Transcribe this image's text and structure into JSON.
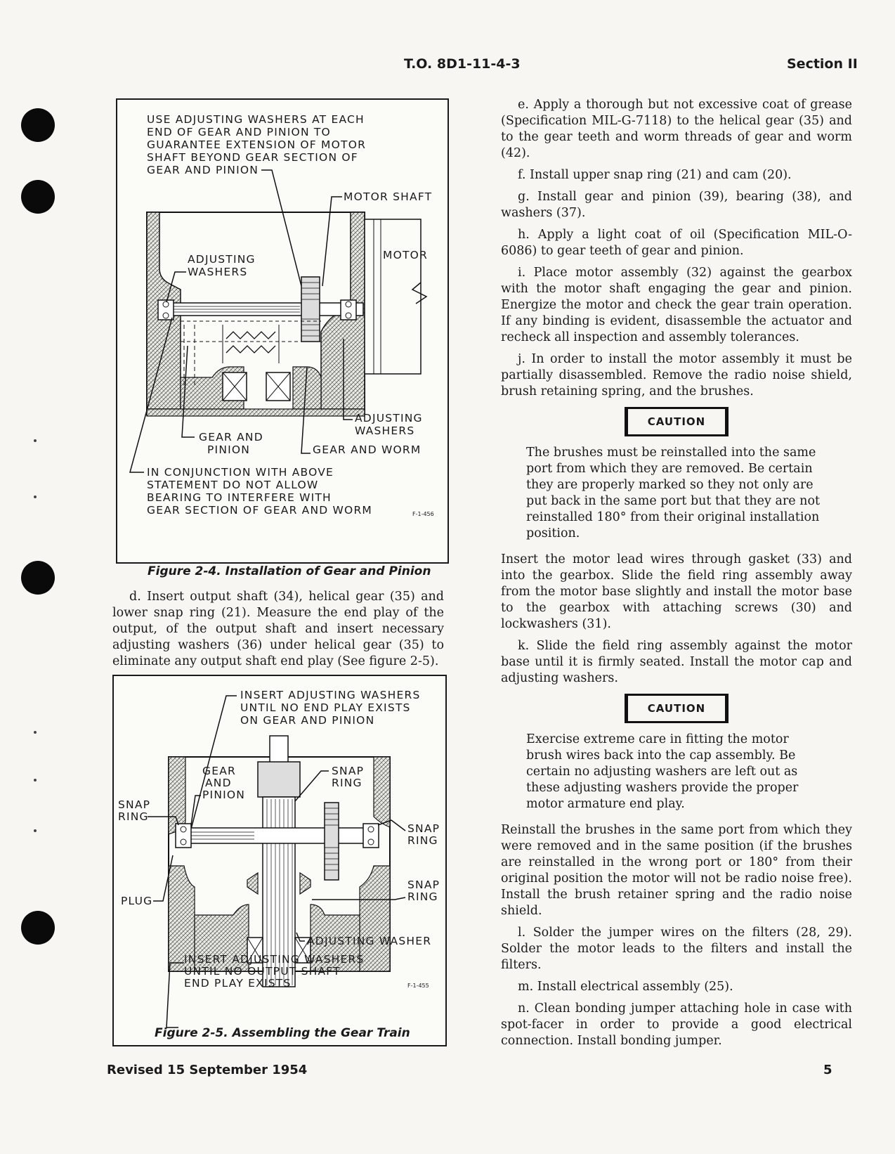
{
  "header": {
    "doc_number": "T.O. 8D1-11-4-3",
    "section": "Section II"
  },
  "figure_2_4": {
    "notes": {
      "top": [
        "USE ADJUSTING WASHERS AT EACH",
        "END OF GEAR AND PINION TO",
        "GUARANTEE EXTENSION OF MOTOR",
        "SHAFT BEYOND GEAR SECTION OF",
        "GEAR AND PINION"
      ],
      "motor_shaft": "MOTOR SHAFT",
      "motor": "MOTOR",
      "adjusting_washers_left": [
        "ADJUSTING",
        "WASHERS"
      ],
      "adjusting_washers_right": [
        "ADJUSTING",
        "WASHERS"
      ],
      "gear_and_pinion": [
        "GEAR AND",
        "PINION"
      ],
      "gear_and_worm": "GEAR AND WORM",
      "bottom": [
        "IN CONJUNCTION WITH ABOVE",
        "STATEMENT DO NOT ALLOW",
        "BEARING TO INTERFERE WITH",
        "GEAR SECTION OF GEAR AND WORM"
      ],
      "figure_code": "F-1-456"
    },
    "caption": "Figure 2-4. Installation of Gear and Pinion"
  },
  "figure_2_5": {
    "notes": {
      "top": [
        "INSERT ADJUSTING WASHERS",
        "UNTIL NO END PLAY EXISTS",
        "ON GEAR AND PINION"
      ],
      "gear_and_pinion": [
        "GEAR",
        "AND",
        "PINION"
      ],
      "snap_ring_top": [
        "SNAP",
        "RING"
      ],
      "snap_ring_left": [
        "SNAP",
        "RING"
      ],
      "snap_ring_right": [
        "SNAP",
        "RING"
      ],
      "snap_ring_right_lower": [
        "SNAP",
        "RING"
      ],
      "plug": "PLUG",
      "adjusting_washer": "ADJUSTING WASHER",
      "bottom": [
        "INSERT ADJUSTING WASHERS",
        "UNTIL NO OUTPUT SHAFT",
        "END PLAY EXISTS"
      ],
      "figure_code": "F-1-455"
    },
    "caption": "Figure 2-5. Assembling the Gear Train"
  },
  "left_column": {
    "step_d": "d. Insert output shaft (34), helical gear (35) and lower snap ring (21). Measure the end play of the output, of the output shaft and insert necessary adjusting washers (36) under helical gear (35) to eliminate any output shaft end play (See figure 2-5)."
  },
  "right_column": {
    "step_e": "e. Apply a thorough but not excessive coat of grease (Specification MIL-G-7118) to the helical gear (35) and to the gear teeth and worm threads of gear and worm (42).",
    "step_f": "f. Install upper snap ring (21) and cam (20).",
    "step_g": "g. Install gear and pinion (39), bearing (38), and washers (37).",
    "step_h": "h. Apply a light coat of oil (Specification MIL-O-6086) to gear teeth of gear and pinion.",
    "step_i": "i. Place motor assembly (32) against the gearbox with the motor shaft engaging the gear and pinion. Energize the motor and check the gear train operation. If any binding is evident, disassemble the actuator and recheck all inspection and assembly tolerances.",
    "step_j": "j. In order to install the motor assembly it must be partially disassembled. Remove the radio noise shield, brush retaining spring, and the brushes.",
    "caution_1_label": "CAUTION",
    "caution_1_text": "The brushes must be reinstalled into the same port from which they are removed. Be certain they are properly marked so they not only are put back in the same port but that they are not reinstalled 180° from their original installation position.",
    "para_after_caution_1": "Insert the motor lead wires through gasket (33) and into the gearbox. Slide the field ring assembly away from the motor base slightly and install the motor base to the gearbox with attaching screws (30) and lockwashers (31).",
    "step_k": "k. Slide the field ring assembly against the motor base until it is firmly seated. Install the motor cap and adjusting washers.",
    "caution_2_label": "CAUTION",
    "caution_2_text": "Exercise extreme care in fitting the motor brush wires back into the cap assembly. Be certain no adjusting washers are left out as these adjusting washers provide the proper motor armature end play.",
    "para_after_caution_2": "Reinstall the brushes in the same port from which they were removed and in the same position (if the brushes are reinstalled in the wrong port or 180° from their original position the motor will not be radio noise free). Install the brush retainer spring and the radio noise shield.",
    "step_l": "l. Solder the jumper wires on the filters (28, 29). Solder the motor leads to the filters and install the filters.",
    "step_m": "m. Install electrical assembly (25).",
    "step_n": "n. Clean bonding jumper attaching hole in case with spot-facer in order to provide a good electrical connection. Install bonding jumper."
  },
  "footer": {
    "revised": "Revised 15 September 1954",
    "page_number": "5"
  }
}
